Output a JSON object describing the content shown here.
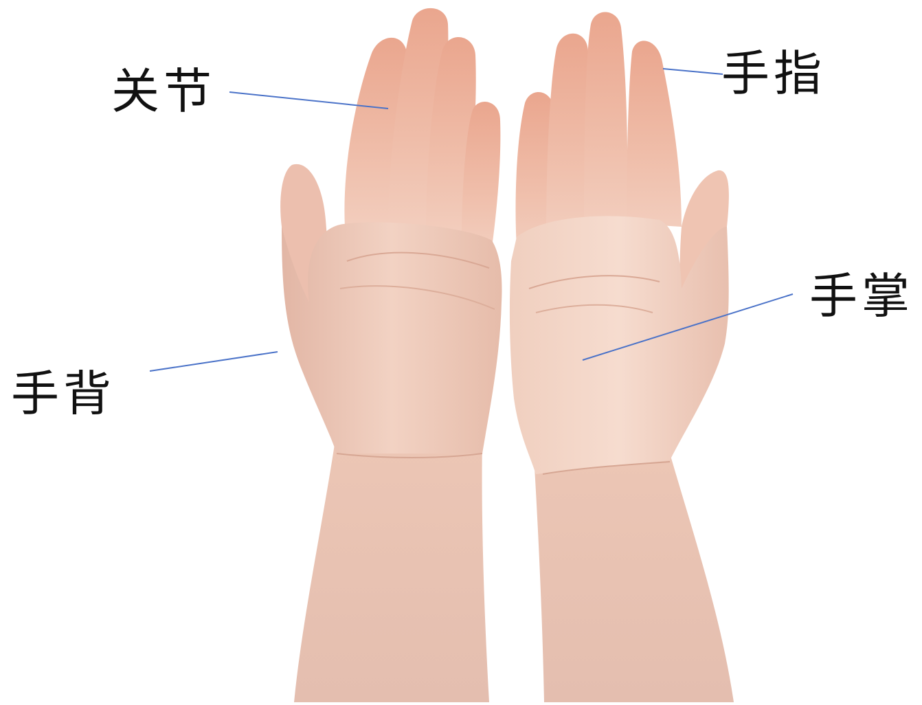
{
  "labels": {
    "joint": "关节",
    "finger": "手指",
    "palm": "手掌",
    "back": "手背"
  },
  "colors": {
    "leader_line": "#4a72c8",
    "skin_light": "#f3d2c2",
    "skin_mid": "#e9b7a3",
    "skin_shadow": "#d89a86",
    "label_text": "#111111"
  }
}
